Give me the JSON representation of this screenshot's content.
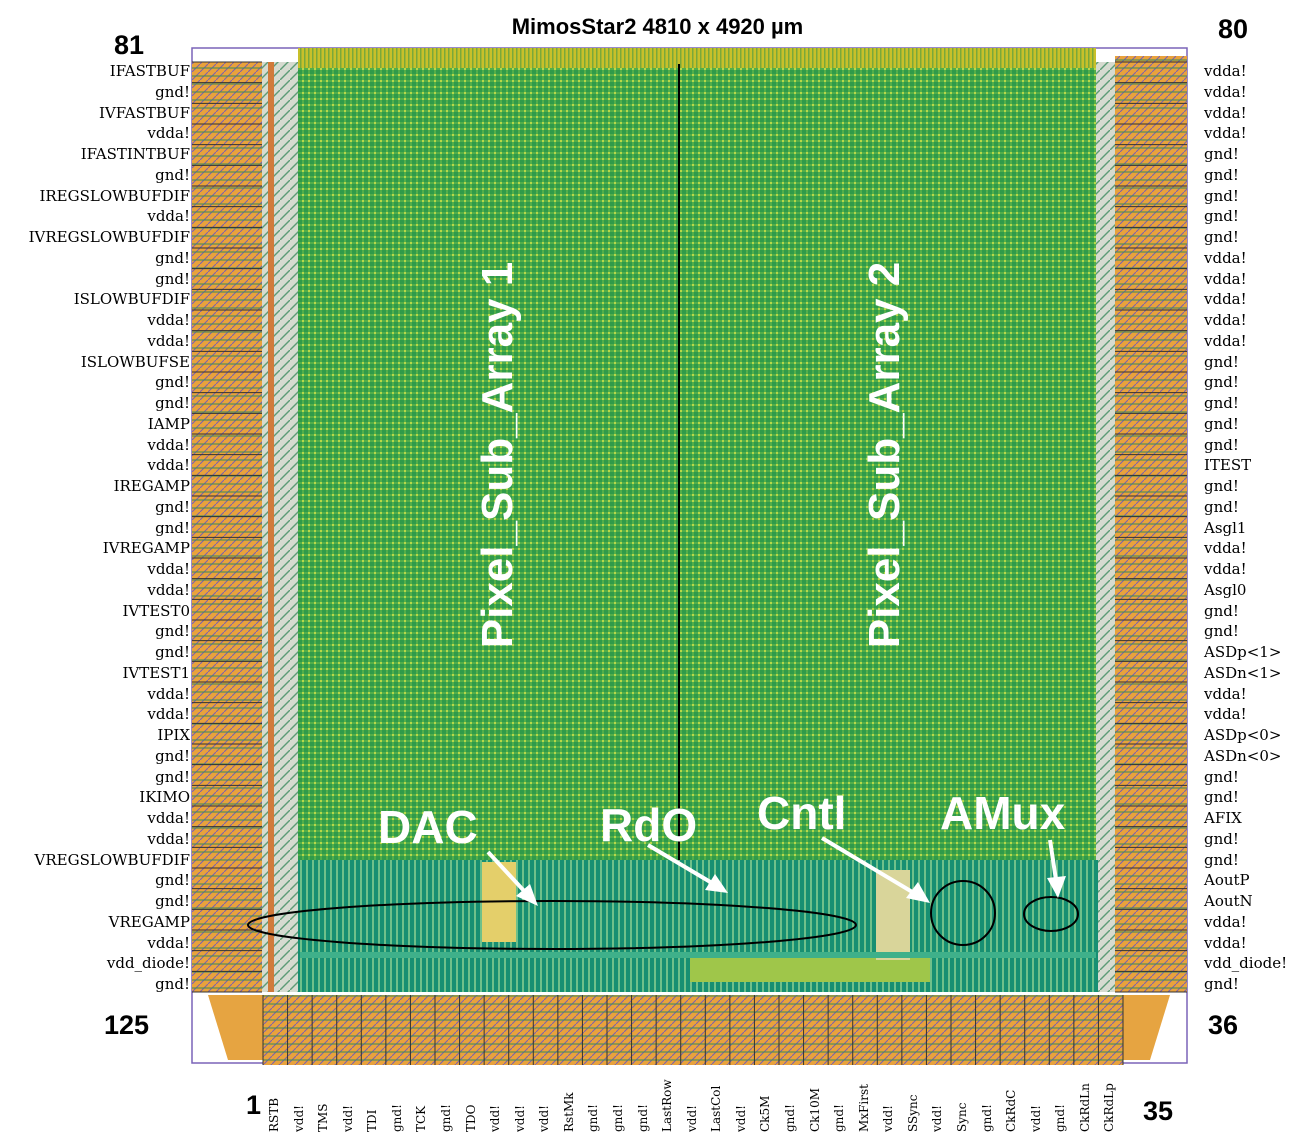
{
  "title": "MimosStar2 4810 x 4920 µm",
  "corners": {
    "top_left": "81",
    "top_right": "80",
    "bottom_left": "125",
    "bottom_right": "36",
    "bottom_first": "1",
    "bottom_last": "35"
  },
  "left_pins": [
    "IFASTBUF",
    "gnd!",
    "IVFASTBUF",
    "vdda!",
    "IFASTINTBUF",
    "gnd!",
    "IREGSLOWBUFDIF",
    "vdda!",
    "IVREGSLOWBUFDIF",
    "gnd!",
    "gnd!",
    "ISLOWBUFDIF",
    "vdda!",
    "vdda!",
    "ISLOWBUFSE",
    "gnd!",
    "gnd!",
    "IAMP",
    "vdda!",
    "vdda!",
    "IREGAMP",
    "gnd!",
    "gnd!",
    "IVREGAMP",
    "vdda!",
    "vdda!",
    "IVTEST0",
    "gnd!",
    "gnd!",
    "IVTEST1",
    "vdda!",
    "vdda!",
    "IPIX",
    "gnd!",
    "gnd!",
    "IKIMO",
    "vdda!",
    "vdda!",
    "VREGSLOWBUFDIF",
    "gnd!",
    "gnd!",
    "VREGAMP",
    "vdda!",
    "vdd_diode!",
    "gnd!"
  ],
  "right_pins": [
    "vdda!",
    "vdda!",
    "vdda!",
    "vdda!",
    "gnd!",
    "gnd!",
    "gnd!",
    "gnd!",
    "gnd!",
    "vdda!",
    "vdda!",
    "vdda!",
    "vdda!",
    "vdda!",
    "gnd!",
    "gnd!",
    "gnd!",
    "gnd!",
    "gnd!",
    "ITEST",
    "gnd!",
    "gnd!",
    "Asgl1",
    "vdda!",
    "vdda!",
    "Asgl0",
    "gnd!",
    "gnd!",
    "ASDp<1>",
    "ASDn<1>",
    "vdda!",
    "vdda!",
    "ASDp<0>",
    "ASDn<0>",
    "gnd!",
    "gnd!",
    "AFIX",
    "gnd!",
    "gnd!",
    "AoutP",
    "AoutN",
    "vdda!",
    "vdda!",
    "vdd_diode!",
    "gnd!"
  ],
  "bottom_pins": [
    "RSTB",
    "vdd!",
    "TMS",
    "vdd!",
    "TDI",
    "gnd!",
    "TCK",
    "gnd!",
    "TDO",
    "vdd!",
    "vdd!",
    "vdd!",
    "RstMk",
    "gnd!",
    "gnd!",
    "gnd!",
    "LastRow",
    "vdd!",
    "LastCol",
    "vdd!",
    "Ck5M",
    "gnd!",
    "Ck10M",
    "gnd!",
    "MxFirst",
    "vdd!",
    "SSync",
    "vdd!",
    "Sync",
    "gnd!",
    "CkRdC",
    "vdd!",
    "gnd!",
    "CkRdLn",
    "CkRdLp"
  ],
  "arrays": {
    "left": "Pixel_Sub_Array 1",
    "right": "Pixel_Sub_Array 2"
  },
  "blocks": {
    "dac": "DAC",
    "rdo": "RdO",
    "cntl": "Cntl",
    "amux": "AMux"
  },
  "colors": {
    "array_green": "#2e9a4e",
    "pad_orange": "#e8a23a",
    "periphery": "#1a8f74",
    "frame": "#7a63b8"
  }
}
